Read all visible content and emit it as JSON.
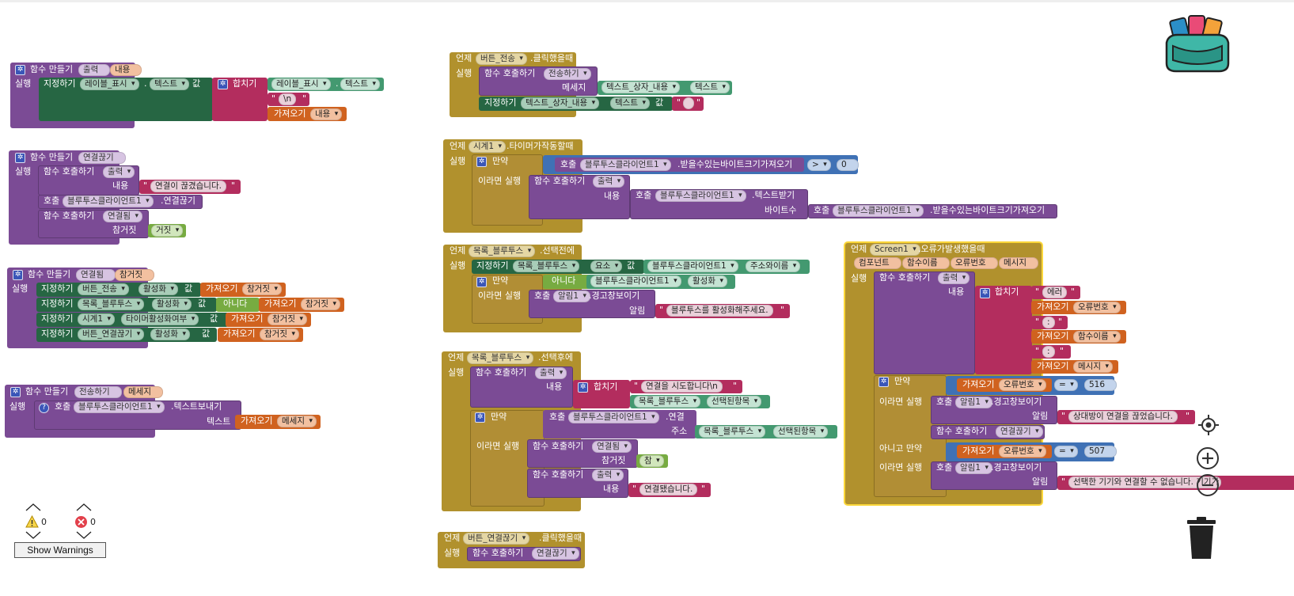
{
  "blocks": {
    "proc_print": {
      "def": "함수 만들기",
      "name": "출력",
      "param": "내용",
      "do": "실행",
      "set": "지정하기",
      "comp": "레이블_표시",
      "prop": "텍스트",
      "val": "값",
      "join": "합치기",
      "comp2": "레이블_표시",
      "prop2": "텍스트",
      "nl": "\\n",
      "get": "가져오기",
      "var": "내용"
    },
    "proc_disconnect": {
      "def": "함수 만들기",
      "name": "연결끊기",
      "do": "실행",
      "call": "함수 호출하기",
      "callname": "출력",
      "arg": "내용",
      "msg": "연결이 끊겼습니다.",
      "call2": "호출",
      "comp": "블루투스클라이언트1",
      "method": ".연결끊기",
      "call3": "함수 호출하기",
      "callname3": "연결됨",
      "arg3": "참거짓",
      "bool": "거짓"
    },
    "proc_connected": {
      "def": "함수 만들기",
      "name": "연결됨",
      "param": "참거짓",
      "do": "실행",
      "set": "지정하기",
      "val": "값",
      "get": "가져오기",
      "var": "참거짓",
      "not": "아니다",
      "rows": [
        {
          "comp": "버튼_전송",
          "prop": "활성화"
        },
        {
          "comp": "목록_블루투스",
          "prop": "활성화"
        },
        {
          "comp": "시계1",
          "prop": "타이머활성화여부"
        },
        {
          "comp": "버튼_연결끊기",
          "prop": "활성화"
        }
      ]
    },
    "proc_send": {
      "def": "함수 만들기",
      "name": "전송하기",
      "param": "메세지",
      "do": "실행",
      "q": "?",
      "call": "호출",
      "comp": "블루투스클라이언트1",
      "method": ".텍스트보내기",
      "arg": "텍스트",
      "get": "가져오기",
      "var": "메세지"
    },
    "ev_sendbtn": {
      "when": "언제",
      "comp": "버튼_전송",
      "event": ".클릭했을때",
      "do": "실행",
      "call": "함수 호출하기",
      "callname": "전송하기",
      "arg": "메세지",
      "comp2": "텍스트_상자_내용",
      "prop2": "텍스트",
      "set": "지정하기",
      "comp3": "텍스트_상자_내용",
      "prop3": "텍스트",
      "val": "값",
      "empty": ""
    },
    "ev_timer": {
      "when": "언제",
      "comp": "시계1",
      "event": ".타이머가작동할때",
      "do": "실행",
      "if": "만약",
      "call": "호출",
      "comp2": "블루투스클라이언트1",
      "method2": ".받을수있는바이트크기가져오기",
      "op": ">",
      "num": "0",
      "then": "이라면 실행",
      "pcall": "함수 호출하기",
      "pname": "출력",
      "arg": "내용",
      "call3": "호출",
      "comp3": "블루투스클라이언트1",
      "method3": ".텍스트받기",
      "arg3": "바이트수",
      "call4": "호출",
      "comp4": "블루투스클라이언트1",
      "method4": ".받을수있는바이트크기가져오기"
    },
    "ev_before": {
      "when": "언제",
      "comp": "목록_블루투스",
      "event": ".선택전에",
      "do": "실행",
      "set": "지정하기",
      "comp2": "목록_블루투스",
      "prop2": "요소",
      "val": "값",
      "comp3": "블루투스클라이언트1",
      "prop3": "주소와이름",
      "if": "만약",
      "not": "아니다",
      "comp4": "블루투스클라이언트1",
      "prop4": "활성화",
      "then": "이라면 실행",
      "call": "호출",
      "comp5": "알림1",
      "method5": ".경고창보이기",
      "arg": "알림",
      "msg": "블루투스를 활성화해주세요."
    },
    "ev_after": {
      "when": "언제",
      "comp": "목록_블루투스",
      "event": ".선택후에",
      "do": "실행",
      "pcall": "함수 호출하기",
      "pname": "출력",
      "arg": "내용",
      "join": "합치기",
      "msg": "연결을 시도합니다\\n",
      "comp2": "목록_블루투스",
      "prop2": "선택된항목",
      "if": "만약",
      "call": "호출",
      "comp3": "블루투스클라이언트1",
      "method3": ".연결",
      "arg3": "주소",
      "comp4": "목록_블루투스",
      "prop4": "선택된항목",
      "then": "이라면 실행",
      "pcall2": "함수 호출하기",
      "pname2": "연결됨",
      "arg2": "참거짓",
      "bool": "참",
      "pcall3": "함수 호출하기",
      "pname3": "출력",
      "arg4": "내용",
      "msg2": "연결됐습니다."
    },
    "ev_discbtn": {
      "when": "언제",
      "comp": "버튼_연결끊기",
      "event": ".클릭했을때",
      "do": "실행",
      "pcall": "함수 호출하기",
      "pname": "연결끊기"
    },
    "ev_error": {
      "when": "언제",
      "comp": "Screen1",
      "event": ".오류가발생했을때",
      "params": [
        "컴포넌트",
        "함수이름",
        "오류번호",
        "메시지"
      ],
      "do": "실행",
      "pcall": "함수 호출하기",
      "pname": "출력",
      "arg": "내용",
      "join": "합치기",
      "err": "에러",
      "get": "가져오기",
      "v1": "오류번호",
      "colon": ":",
      "v2": "함수이름",
      "v3": "메시지",
      "if": "만약",
      "eq": "=",
      "n1": "516",
      "then": "이라면 실행",
      "call": "호출",
      "comp2": "알림1",
      "method": ".경고창보이기",
      "arg2": "알림",
      "msg1": "상대방이 연결을 끊었습니다.",
      "pcall2": "함수 호출하기",
      "pname2": "연결끊기",
      "elif": "아니고 만약",
      "n2": "507",
      "msg2": "선택한 기기와 연결할 수 없습니다. 기기가"
    }
  },
  "warnings": {
    "warn_count": "0",
    "error_count": "0",
    "show_label": "Show Warnings"
  },
  "icons": [
    "backpack-icon",
    "locate-icon",
    "zoom-in-icon",
    "zoom-out-icon",
    "trash-icon",
    "warning-icon",
    "error-icon"
  ]
}
